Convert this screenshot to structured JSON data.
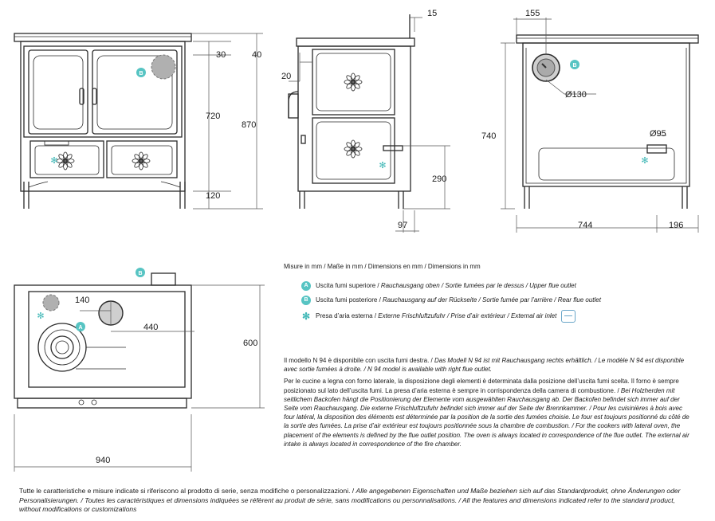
{
  "dimensions": {
    "front_top_offset": "30",
    "front_top_overall": "40",
    "front_body": "720",
    "front_total": "870",
    "front_legs": "120",
    "side_top_step": "15",
    "side_handle": "20",
    "side_oven_height": "290",
    "side_depth_back": "97",
    "back_flue_x": "155",
    "back_flue_dia": "Ø130",
    "back_height": "740",
    "back_inlet_dia": "Ø95",
    "back_width": "744",
    "back_inlet_x": "196",
    "top_depth": "600",
    "top_flue_x": "140",
    "top_flue_y": "440",
    "top_width": "940"
  },
  "badges": {
    "a": "A",
    "b": "B"
  },
  "legend": {
    "title": "Misure in mm / Maße in mm / Dimensions en mm / Dimensions in mm",
    "items": [
      {
        "badge": "A",
        "text": "Uscita fumi superiore / ",
        "italic": "Rauchausgang oben / Sortie fumées par le dessus / Upper flue outlet"
      },
      {
        "badge": "B",
        "text": "Uscita fumi posteriore / ",
        "italic": "Rauchausgang auf der Rückseite / Sortie fumée par l’arrière / Rear flue outlet"
      },
      {
        "badge": "✻",
        "text": "Presa d’aria esterna / ",
        "italic": "Externe Frischluftzufuhr / Prise d’air extérieur / External air inlet"
      }
    ]
  },
  "notes": {
    "model_it": "Il modello N 94 è disponibile con uscita fumi destra. / ",
    "model_i": "Das Modell N 94 ist mit Rauchausgang rechts erhältlich. / Le modèle N 94 est disponible avec sortie fumées à droite. / N 94 model is available with right flue outlet.",
    "oven_it": "Per le cucine a legna con forno laterale, la disposizione degli elementi è determinata dalla posizione dell’uscita fumi scelta. Il forno è sempre posizionato sul lato dell’uscita fumi. La presa d’aria esterna è sempre in corrispondenza della camera di combustione. / ",
    "oven_i": "Bei Holzherden mit seitlichem Backofen hängt die Positionierung der Elemente vom ausgewählten Rauchausgang ab. Der Backofen befindet sich immer auf der Seite vom Rauchausgang. Die externe Frischluftzufuhr befindet sich immer auf der Seite der Brennkammer. / Pour les cuisinières à bois avec four latéral, la disposition des éléments est déterminée par la position de la sortie des fumées choisie. Le four est toujours positionné du côté de la sortie des fumées. La prise d’air extérieur est toujours positionnée sous la chambre de combustion. / For the cookers with lateral oven, the placement of the elements is defined by the flue outlet position. The oven is always located in correspondence of the flue outlet. The external air intake is always located in correspondence of the fire chamber."
  },
  "footer": {
    "it": "Tutte le caratteristiche e misure indicate si riferiscono al prodotto di serie, senza modifiche o personalizzazioni. / ",
    "i": "Alle angegebenen Eigenschaften und Maße beziehen sich auf das Standardprodukt, ohne Änderungen oder Personalisierungen. / Toutes les caractéristiques et dimensions indiquées se réfèrent au produit de série, sans modifications ou personnalisations. / All the features and dimensions indicated refer to the standard product, without modifications or customizations"
  },
  "colors": {
    "badge": "#57c4c3",
    "line": "#2a2a2a"
  }
}
